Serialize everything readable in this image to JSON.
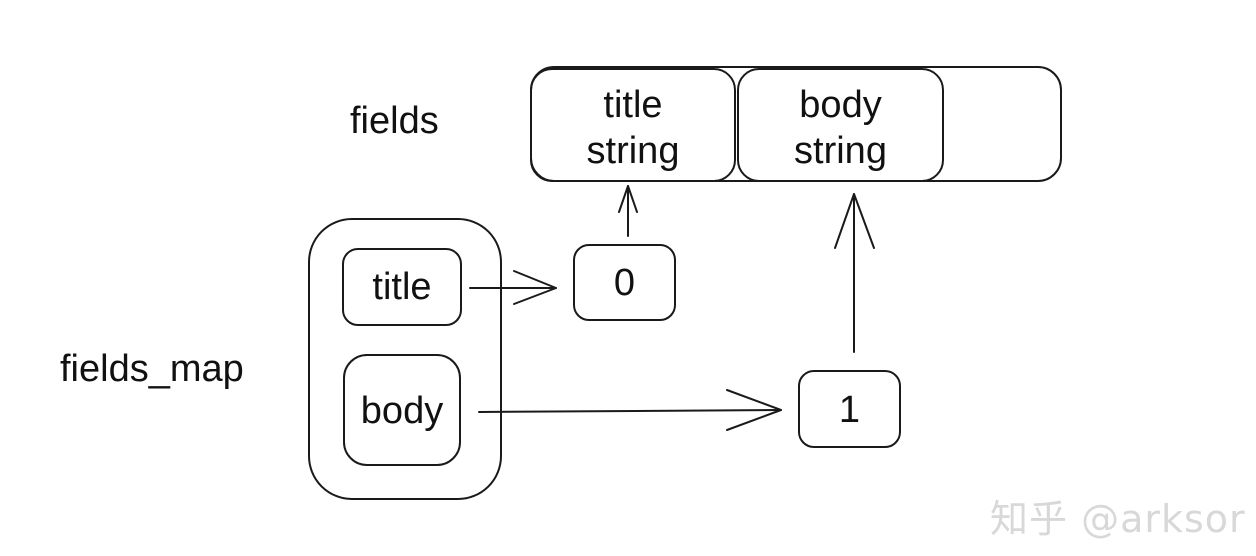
{
  "labels": {
    "fields": "fields",
    "fields_map": "fields_map"
  },
  "fields_array": {
    "cells": [
      {
        "line1": "title",
        "line2": "string"
      },
      {
        "line1": "body",
        "line2": "string"
      }
    ]
  },
  "fields_map": {
    "keys": [
      "title",
      "body"
    ]
  },
  "indices": [
    "0",
    "1"
  ],
  "watermark": "知乎 @arksor"
}
